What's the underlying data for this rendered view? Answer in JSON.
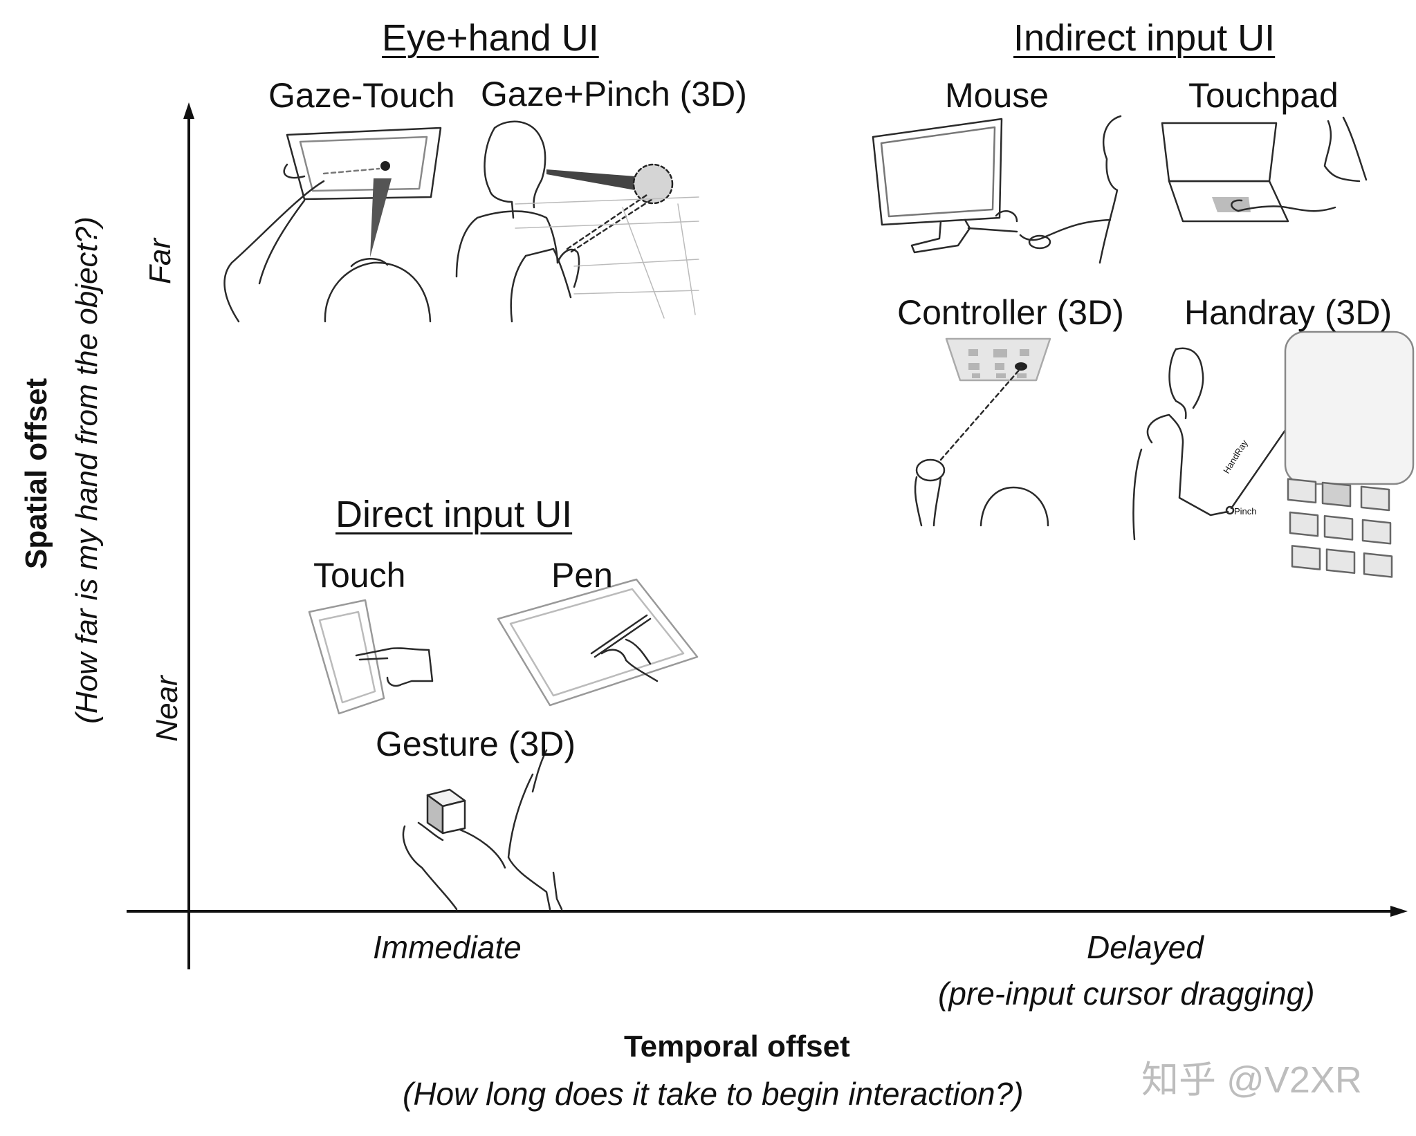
{
  "groups": {
    "eye_hand": "Eye+hand UI",
    "indirect": "Indirect input UI",
    "direct": "Direct input UI"
  },
  "techniques": {
    "gaze_touch": "Gaze-Touch",
    "gaze_pinch": "Gaze+Pinch (3D)",
    "mouse": "Mouse",
    "touchpad": "Touchpad",
    "controller": "Controller (3D)",
    "handray": "Handray (3D)",
    "touch": "Touch",
    "pen": "Pen",
    "gesture": "Gesture (3D)"
  },
  "annotations": {
    "handray_ray": "HandRay",
    "handray_pinch": "Pinch"
  },
  "y_axis": {
    "title": "Spatial offset",
    "subtitle": "(How far is my hand from the object?)",
    "far": "Far",
    "near": "Near"
  },
  "x_axis": {
    "title": "Temporal offset",
    "subtitle": "(How long does it take to begin interaction?)",
    "immediate": "Immediate",
    "delayed": "Delayed",
    "delayed_note": "(pre-input cursor dragging)"
  },
  "watermark": "知乎 @V2XR",
  "colors": {
    "ink": "#111111",
    "sketch": "#2a2a2a",
    "light_sketch": "#9a9a9a",
    "panel": "#e6e6e6"
  }
}
